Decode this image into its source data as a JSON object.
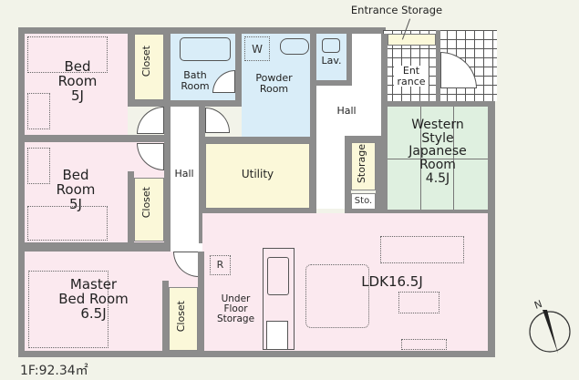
{
  "rooms": {
    "bed_room_1": "Bed\nRoom\n5J",
    "bed_room_1_lines": [
      "Bed",
      "Room",
      "5J"
    ],
    "closet_1": "Closet",
    "bath_room": [
      "Bath",
      "Room"
    ],
    "powder_room": [
      "Powder",
      "Room"
    ],
    "washer": "W",
    "lav": "Lav.",
    "hall_upper": "Hall",
    "entrance_storage": "Entrance Storage",
    "entrance": [
      "Ent",
      "rance"
    ],
    "western_room": [
      "Western",
      "Style",
      "Japanese",
      "Room",
      "4.5J"
    ],
    "storage": "Storage",
    "sto": "Sto.",
    "bed_room_2": [
      "Bed",
      "Room",
      "5J"
    ],
    "closet_2": "Closet",
    "hall_left": "Hall",
    "utility": "Utility",
    "master_bed_room": [
      "Master",
      "Bed Room",
      "6.5J"
    ],
    "closet_3": "Closet",
    "refrigerator": "R",
    "under_floor_storage": [
      "Under",
      "Floor",
      "Storage"
    ],
    "ldk": "LDK16.5J"
  },
  "floor_area": "1F:92.34㎡",
  "compass": "N"
}
